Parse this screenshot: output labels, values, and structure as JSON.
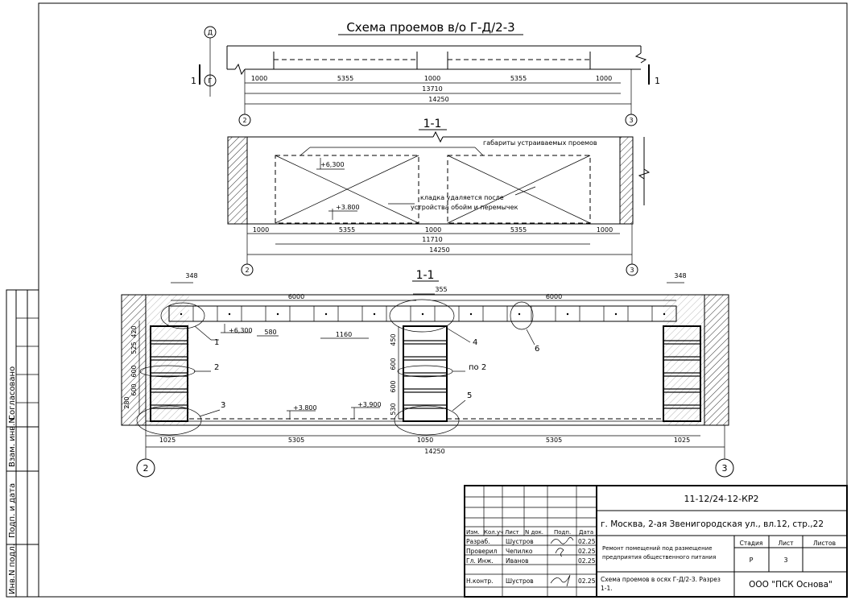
{
  "title": "Схема проемов в/о Г-Д/2-3",
  "top_plan": {
    "axis_d": "Д",
    "axis_g": "Г",
    "cut_mark": "1",
    "dims": [
      "1000",
      "5355",
      "1000",
      "5355",
      "1000"
    ],
    "dim_inner": "13710",
    "dim_total": "14250",
    "axis_left": "2",
    "axis_right": "3"
  },
  "section_a": {
    "label": "1-1",
    "note_gabarity": "габариты устраиваемых проемов",
    "note_kladka_1": "кладка удаляется после",
    "note_kladka_2": "устройства обойм и перемычек",
    "level_top": "+6,300",
    "level_bottom": "+3.800",
    "dims": [
      "1000",
      "5355",
      "1000",
      "5355",
      "1000"
    ],
    "dim_inner": "11710",
    "dim_total": "14250",
    "axis_left": "2",
    "axis_right": "3"
  },
  "section_b": {
    "label": "1-1",
    "dim_348_left": "348",
    "dim_348_right": "348",
    "dim_355": "355",
    "dim_6000_left": "6000",
    "dim_6000_right": "6000",
    "level_6300": "+6,300",
    "dim_580": "580",
    "dim_1160": "1160",
    "left_vert_dims": [
      "420",
      "525",
      "600",
      "600",
      "280"
    ],
    "mid_vert_dims": [
      "450",
      "600",
      "600",
      "530"
    ],
    "level_3800": "+3.800",
    "level_3900": "+3,900",
    "callouts": [
      "1",
      "2",
      "3",
      "4",
      "по 2",
      "5",
      "6"
    ],
    "bottom_dims": [
      "1025",
      "5305",
      "1050",
      "5305",
      "1025"
    ],
    "dim_total": "14250",
    "axis_left": "2",
    "axis_right": "3"
  },
  "left_strip": [
    "Согласовано",
    "Взам. инв.N",
    "Подп. и дата",
    "Инв.N подл."
  ],
  "stamp": {
    "code": "11-12/24-12-КР2",
    "address": "г. Москва,  2-ая Звенигородская ул., вл.12, стр.,22",
    "headers": [
      "Изм.",
      "Кол.уч",
      "Лист",
      "N док.",
      "Подп.",
      "Дата"
    ],
    "roles": [
      {
        "role": "Разраб.",
        "name": "Шустров",
        "date": "02.25"
      },
      {
        "role": "Проверил",
        "name": "Чепилко",
        "date": "02.25"
      },
      {
        "role": "Гл. Инж.",
        "name": "Иванов",
        "date": "02.25"
      },
      {
        "role": "Н.контр.",
        "name": "Шустров",
        "date": "02.25"
      }
    ],
    "project_1": "Ремонт помещений под размещение",
    "project_2": "предприятия общественного питания",
    "stage_h": "Стадия",
    "sheet_h": "Лист",
    "sheets_h": "Листов",
    "stage": "Р",
    "sheet": "3",
    "sheets": "",
    "drawing_1": "Схема проемов в осях Г-Д/2-3. Разрез",
    "drawing_2": "1-1.",
    "org": "ООО \"ПСК Основа\""
  }
}
